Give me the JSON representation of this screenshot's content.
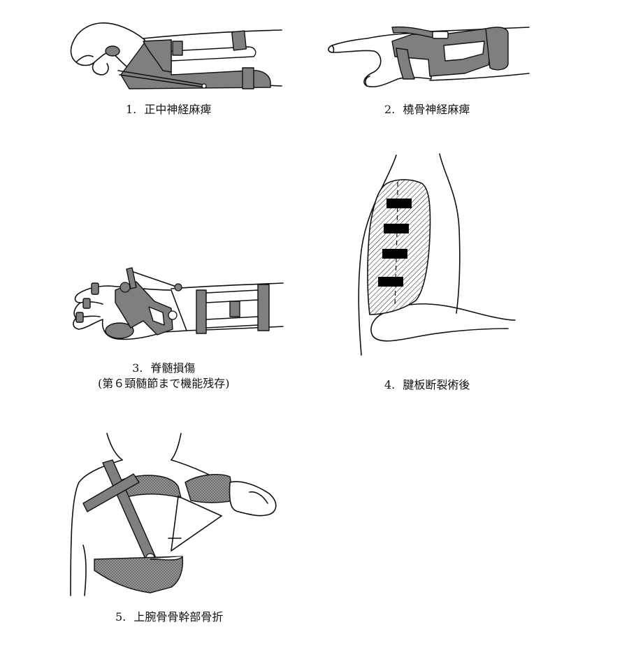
{
  "figures": [
    {
      "num": "1.",
      "caption": "正中神経麻痺"
    },
    {
      "num": "2.",
      "caption": "橈骨神経麻痺"
    },
    {
      "num": "3.",
      "caption": "脊髄損傷",
      "sub_caption": "(第６頸髄節まで機能残存)"
    },
    {
      "num": "4.",
      "caption": "腱板断裂術後"
    },
    {
      "num": "5.",
      "caption": "上腕骨骨幹部骨折"
    }
  ],
  "colors": {
    "splint_fill": "#7f7f7f",
    "line": "#111111",
    "hatch": "#111111"
  }
}
